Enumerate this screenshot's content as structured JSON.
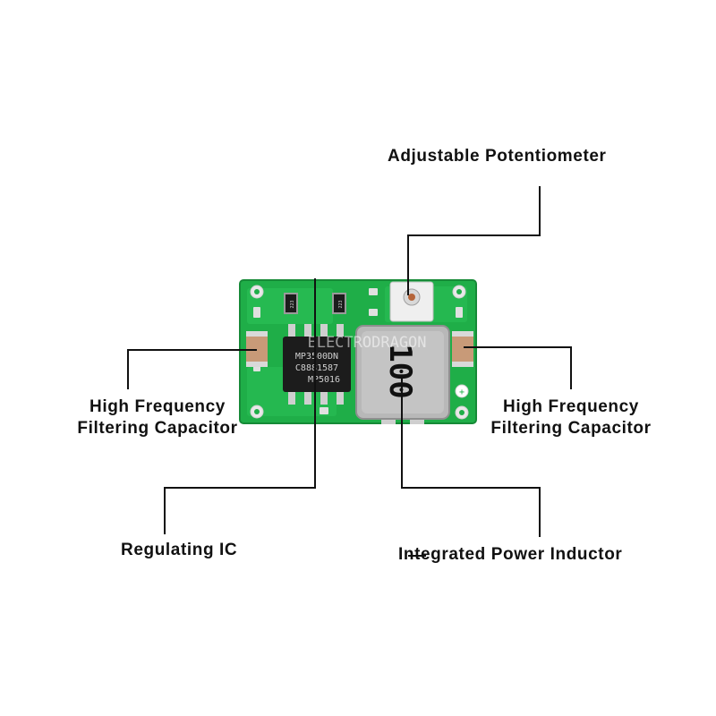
{
  "labels": {
    "potentiometer": "Adjustable Potentiometer",
    "cap_left_line1": "High Frequency",
    "cap_left_line2": "Filtering Capacitor",
    "cap_right_line1": "High Frequency",
    "cap_right_line2": "Filtering Capacitor",
    "regulating_ic": "Regulating IC",
    "inductor": "Integrated Power Inductor"
  },
  "board": {
    "ic_text_line1": "MP3500DN",
    "ic_text_line2": "C8881587",
    "ic_text_line3": "MP5016",
    "inductor_marking": "100",
    "resistor_left": "223",
    "resistor_right": "223",
    "watermark": "ELECTRODRAGON"
  },
  "colors": {
    "pcb": "#1fae48",
    "pcb_dark": "#168a37",
    "lines": "#111111",
    "capacitor": "#c89a78",
    "inductor": "#b8b8b8",
    "ic": "#1c1c1c"
  }
}
